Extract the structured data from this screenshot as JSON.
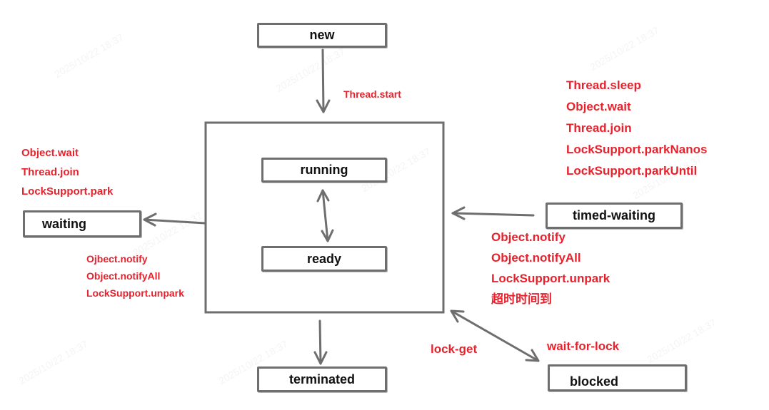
{
  "states": {
    "new": "new",
    "running": "running",
    "ready": "ready",
    "waiting": "waiting",
    "timed_waiting": "timed-waiting",
    "terminated": "terminated",
    "blocked": "blocked"
  },
  "transitions": {
    "start": "Thread.start",
    "to_waiting": [
      "Object.wait",
      "Thread.join",
      "LockSupport.park"
    ],
    "from_waiting": [
      "Ojbect.notify",
      "Object.notifyAll",
      "LockSupport.unpark"
    ],
    "to_timed_waiting": [
      "Thread.sleep",
      "Object.wait",
      "Thread.join",
      "LockSupport.parkNanos",
      "LockSupport.parkUntil"
    ],
    "from_timed_waiting": [
      "Object.notify",
      "Object.notifyAll",
      "LockSupport.unpark",
      "超时时间到"
    ],
    "lock_get": "lock-get",
    "wait_for_lock": "wait-for-lock"
  },
  "watermark": "2025/10/22 18:37",
  "colors": {
    "label": "#e8222d",
    "line": "#6e6e6e",
    "text": "#111111"
  }
}
